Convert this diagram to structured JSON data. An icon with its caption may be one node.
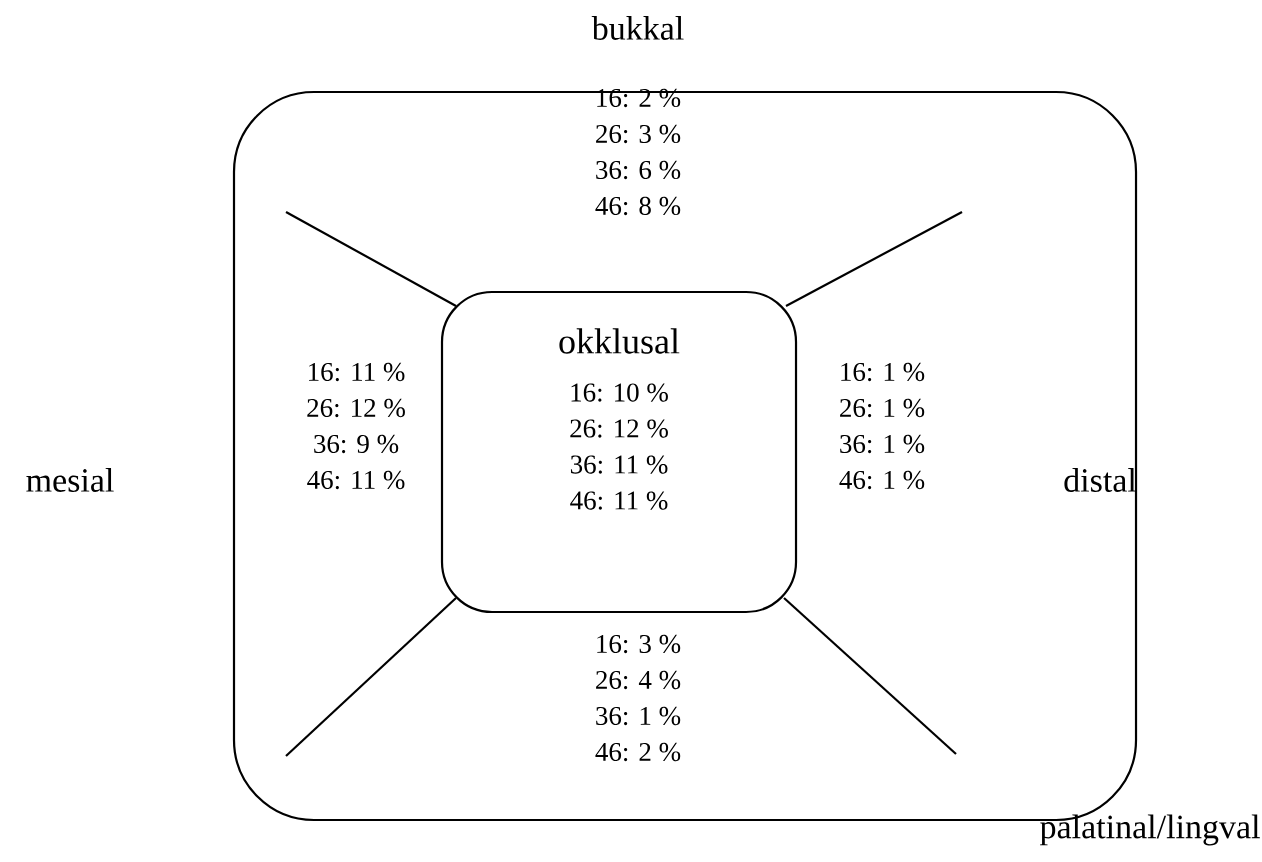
{
  "diagram": {
    "nodes": [
      {
        "text": [],
        "shape": "box"
      },
      {
        "text": [
          "okklusal",
          "16: 10 %",
          "26: 12 %",
          "36: 11 %",
          "46: 11 %"
        ],
        "in": 0
      }
    ],
    "labels": [
      "bukkal",
      "16: 2 %",
      "26: 3 %",
      "36: 6 %",
      "46: 8 %",
      "mesial",
      "16: 11 %",
      "26: 12 %",
      "36: 9 %",
      "46: 11 %",
      "16: 1 %",
      "26: 1 %",
      "36: 1 %",
      "46: 1 %",
      "distal",
      "16: 3 %",
      "26: 4 %",
      "36: 1 %",
      "46: 2 %",
      "palatinal/lingval"
    ]
  }
}
